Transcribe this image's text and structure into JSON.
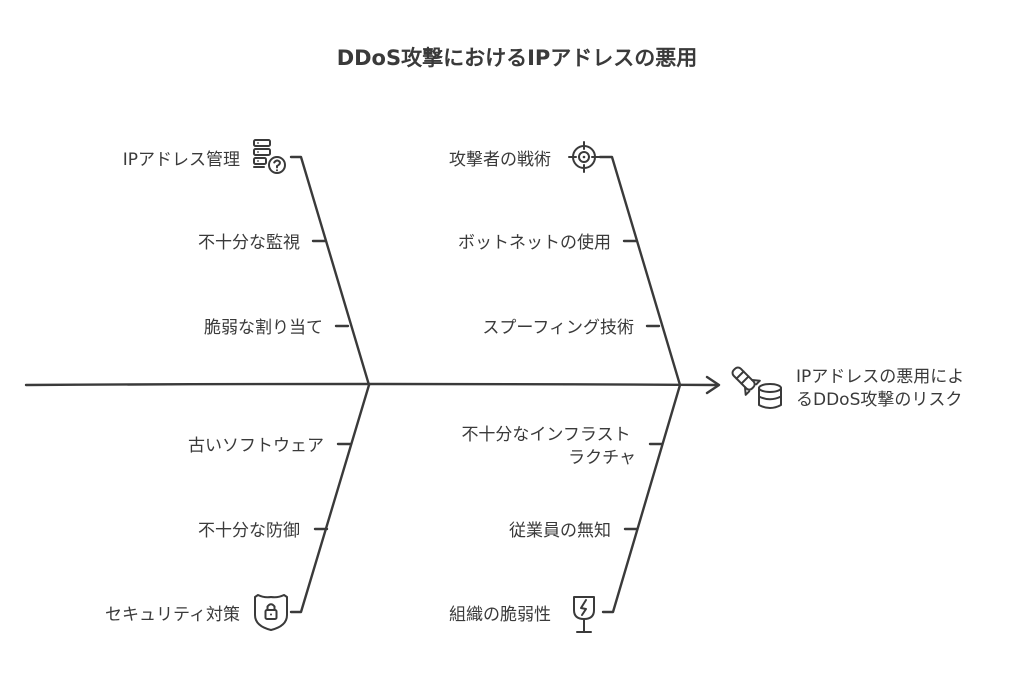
{
  "title": "DDoS攻撃におけるIPアドレスの悪用",
  "effect": {
    "line1": "IPアドレスの悪用によ",
    "line2": "るDDoS攻撃のリスク",
    "icon": "missile-database-icon"
  },
  "categories": {
    "ip_management": {
      "label": "IPアドレス管理",
      "icon": "server-question-icon",
      "causes": [
        "不十分な監視",
        "脆弱な割り当て"
      ]
    },
    "attacker_tactics": {
      "label": "攻撃者の戦術",
      "icon": "crosshair-target-icon",
      "causes": [
        "ボットネットの使用",
        "スプーフィング技術"
      ]
    },
    "security_measures": {
      "label": "セキュリティ対策",
      "icon": "shield-lock-icon",
      "causes": [
        "古いソフトウェア",
        "不十分な防御"
      ]
    },
    "organizational_vulnerability": {
      "label": "組織の脆弱性",
      "icon": "broken-glass-icon",
      "causes": [
        {
          "line1": "不十分なインフラスト",
          "line2": "ラクチャ"
        },
        "従業員の無知"
      ]
    }
  }
}
